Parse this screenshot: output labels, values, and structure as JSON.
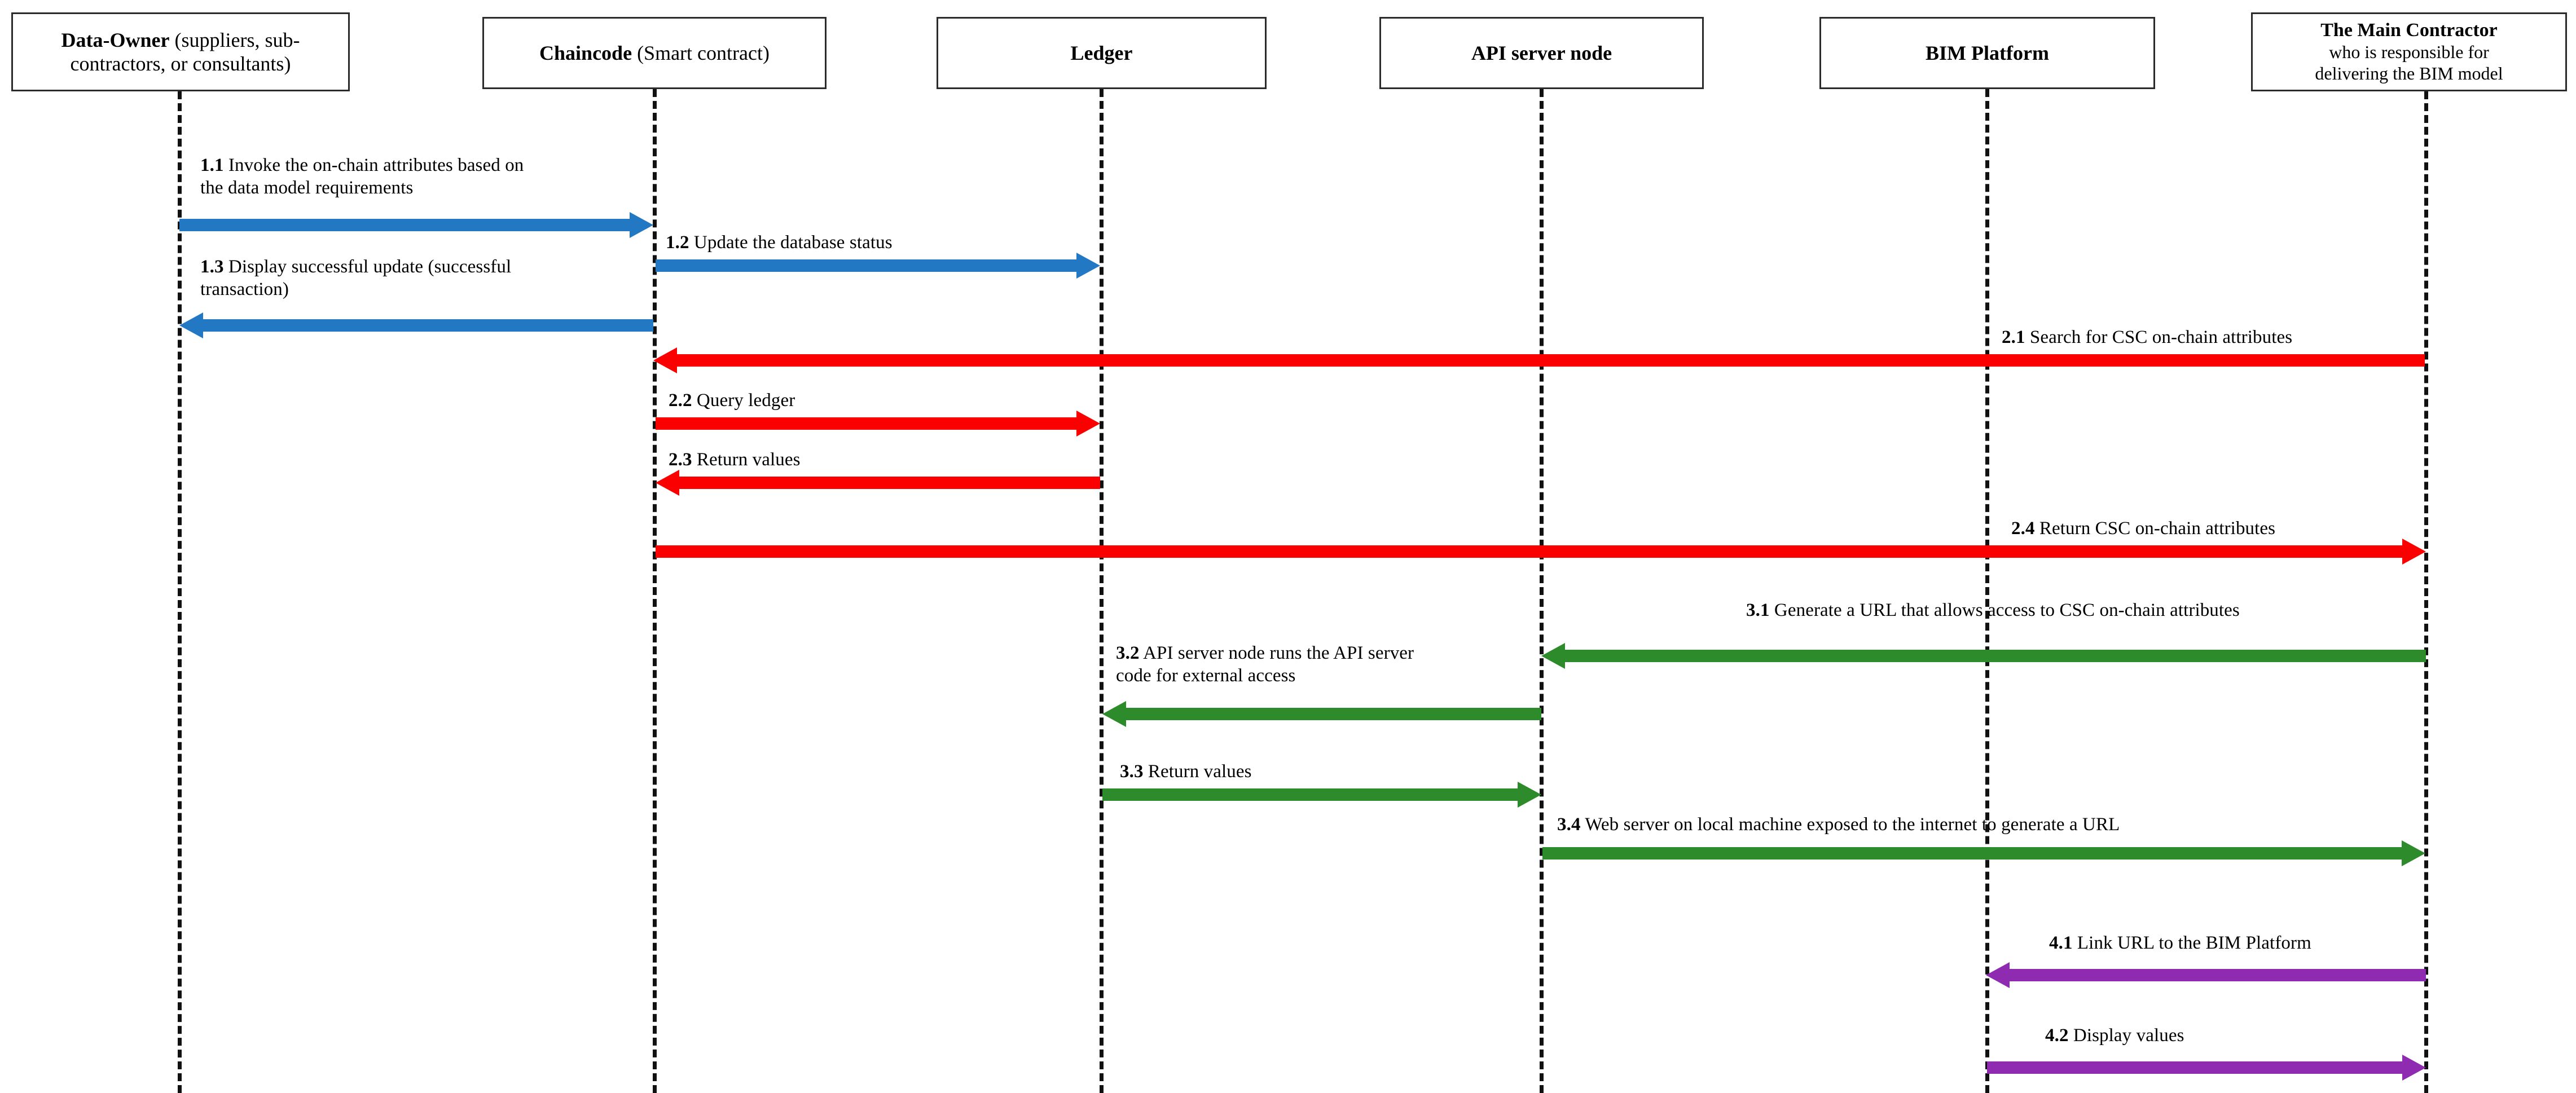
{
  "diagram": {
    "title": "Blockchain CSC on-chain attributes sequence diagram",
    "type": "sequence-diagram",
    "colors": {
      "blue": "#2378c3",
      "red": "#fa0000",
      "green": "#2e8b2b",
      "purple": "#8f2bb0",
      "lifeline": "#111111",
      "box_border": "#2b2b2b"
    }
  },
  "participants": [
    {
      "id": "data-owner",
      "name": "Data-Owner",
      "sub": " (suppliers, sub-",
      "line2": "contractors, or consultants)"
    },
    {
      "id": "chaincode",
      "name": "Chaincode",
      "sub": " (Smart contract)",
      "line2": ""
    },
    {
      "id": "ledger",
      "name": "Ledger",
      "sub": "",
      "line2": ""
    },
    {
      "id": "api-server-node",
      "name": "API server node",
      "sub": "",
      "line2": ""
    },
    {
      "id": "bim-platform",
      "name": "BIM Platform",
      "sub": "",
      "line2": ""
    },
    {
      "id": "main-contractor",
      "name": "The Main Contractor",
      "sub": "",
      "line2": "who is responsible for",
      "line3": "delivering the BIM model"
    }
  ],
  "messages": [
    {
      "id": "1.1",
      "num": "1.1",
      "text": " Invoke  the on-chain attributes based on",
      "text2": "the data model requirements",
      "from": "data-owner",
      "to": "chaincode",
      "color_name": "blue"
    },
    {
      "id": "1.2",
      "num": "1.2",
      "text": " Update the database status",
      "text2": "",
      "from": "chaincode",
      "to": "ledger",
      "color_name": "blue"
    },
    {
      "id": "1.3",
      "num": "1.3",
      "text": " Display successful update (successful",
      "text2": "transaction)",
      "from": "chaincode",
      "to": "data-owner",
      "color_name": "blue"
    },
    {
      "id": "2.1",
      "num": "2.1",
      "text": "  Search for CSC on-chain attributes",
      "text2": "",
      "from": "main-contractor",
      "to": "chaincode",
      "color_name": "red"
    },
    {
      "id": "2.2",
      "num": "2.2",
      "text": "  Query ledger",
      "text2": "",
      "from": "chaincode",
      "to": "ledger",
      "color_name": "red"
    },
    {
      "id": "2.3",
      "num": "2.3",
      "text": "  Return values",
      "text2": "",
      "from": "ledger",
      "to": "chaincode",
      "color_name": "red"
    },
    {
      "id": "2.4",
      "num": "2.4",
      "text": " Return CSC on-chain attributes",
      "text2": "",
      "from": "chaincode",
      "to": "main-contractor",
      "color_name": "red"
    },
    {
      "id": "3.1",
      "num": "3.1",
      "text": " Generate a URL that allows access to CSC on-chain attributes",
      "text2": "",
      "from": "main-contractor",
      "to": "api-server-node",
      "color_name": "green"
    },
    {
      "id": "3.2",
      "num": "3.2",
      "text": " API server node runs the API server",
      "text2": "code for external access",
      "from": "api-server-node",
      "to": "ledger",
      "color_name": "green"
    },
    {
      "id": "3.3",
      "num": "3.3",
      "text": " Return values",
      "text2": "",
      "from": "ledger",
      "to": "api-server-node",
      "color_name": "green"
    },
    {
      "id": "3.4",
      "num": "3.4",
      "text": " Web server on local machine exposed to the internet to generate a URL",
      "text2": "",
      "from": "api-server-node",
      "to": "main-contractor",
      "color_name": "green"
    },
    {
      "id": "4.1",
      "num": "4.1",
      "text": " Link URL to the BIM Platform",
      "text2": "",
      "from": "main-contractor",
      "to": "bim-platform",
      "color_name": "purple"
    },
    {
      "id": "4.2",
      "num": "4.2",
      "text": "  Display values",
      "text2": "",
      "from": "bim-platform",
      "to": "main-contractor",
      "color_name": "purple"
    }
  ]
}
